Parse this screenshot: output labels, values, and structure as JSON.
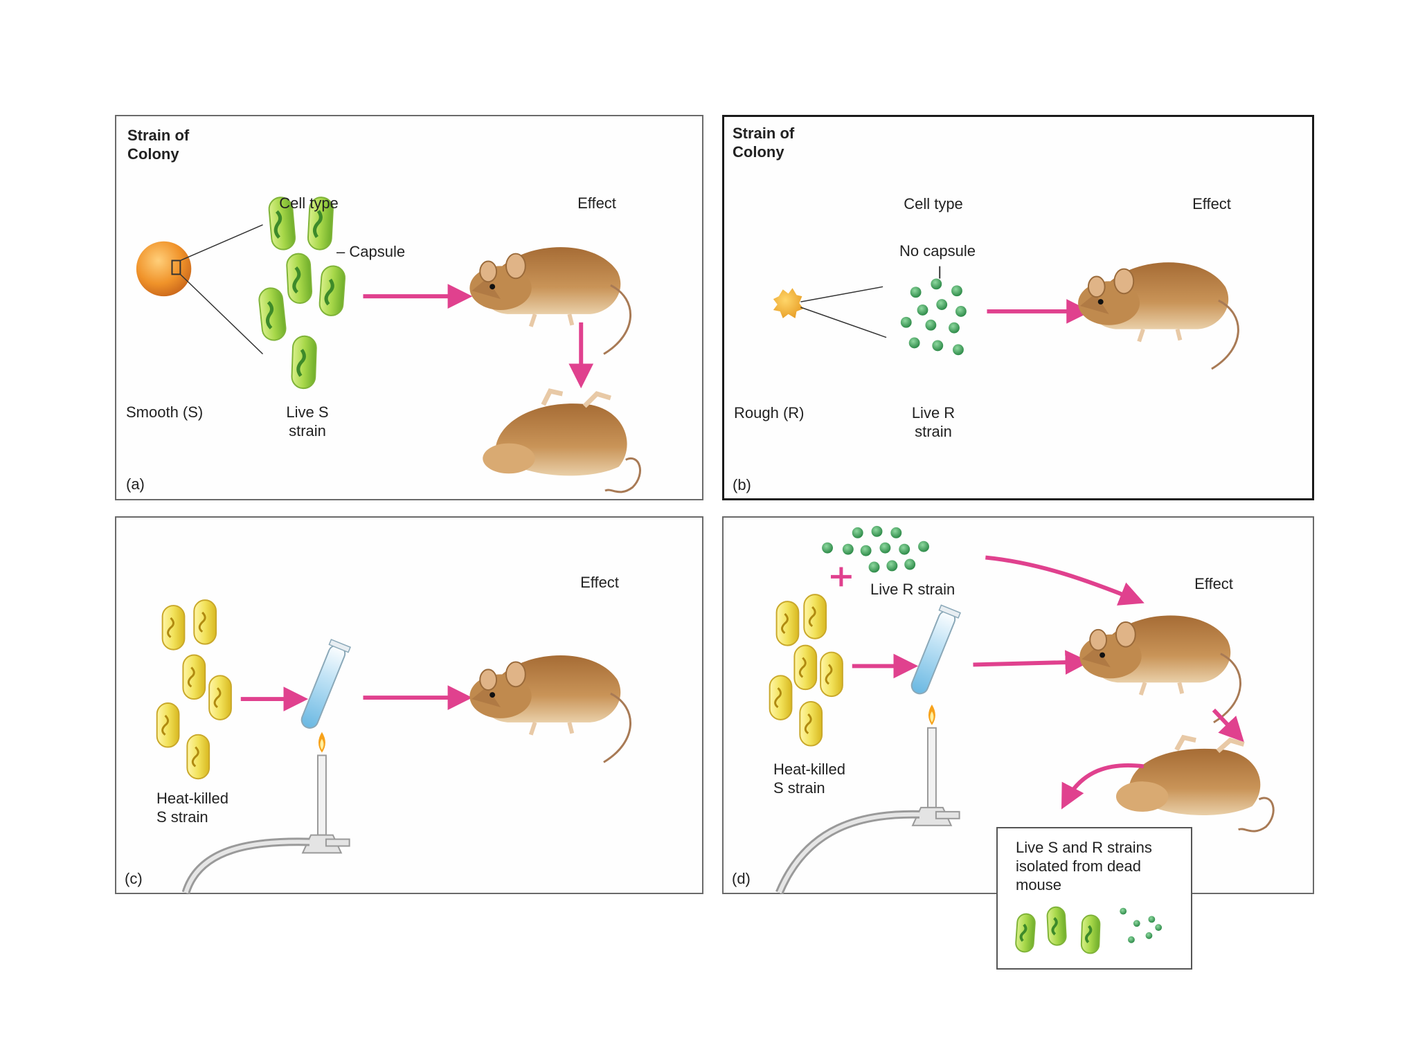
{
  "panels": {
    "a": {
      "heading": "Strain of\nColony",
      "cell_type_label": "Cell type",
      "effect_label": "Effect",
      "capsule_label": "– Capsule",
      "colony_label": "Smooth (S)",
      "strain_label": "Live S\nstrain",
      "panel_label": "(a)"
    },
    "b": {
      "heading": "Strain of\nColony",
      "cell_type_label": "Cell type",
      "effect_label": "Effect",
      "capsule_label": "No capsule",
      "colony_label": "Rough (R)",
      "strain_label": "Live R\nstrain",
      "panel_label": "(b)"
    },
    "c": {
      "effect_label": "Effect",
      "strain_label": "Heat-killed\nS strain",
      "panel_label": "(c)"
    },
    "d": {
      "effect_label": "Effect",
      "live_r_label": "Live R strain",
      "plus_sign": "+",
      "strain_label": "Heat-killed\nS strain",
      "panel_label": "(d)",
      "result_text": "Live S and R strains\nisolated from dead\nmouse"
    }
  },
  "colors": {
    "arrow": "#e0418e",
    "s_cell": "#a8d84a",
    "r_cell": "#3aa35c",
    "heat_killed_cell": "#f2e25a",
    "mouse": "#c79355",
    "colony_s": "#f0932a",
    "colony_r": "#f5b13a",
    "flame": "#f7a21b",
    "test_tube_liquid": "#86c9ec"
  }
}
